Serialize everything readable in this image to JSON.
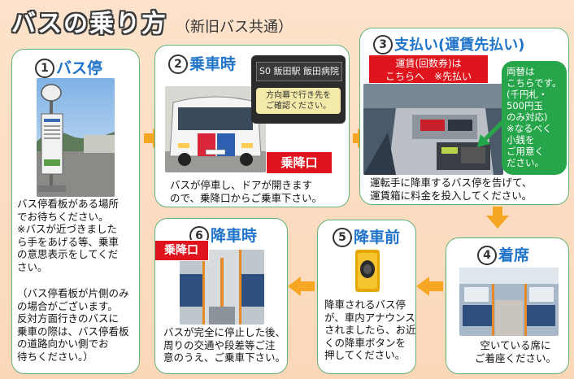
{
  "title": {
    "main": "バスの乗り方",
    "sub": "（新旧バス共通）"
  },
  "steps": {
    "s1": {
      "num": "1",
      "label": "バス停",
      "text": [
        "バス停看板がある場所",
        "でお待ちください。",
        "※バスが近づきました",
        "ら手をあげる等、乗車",
        "の意思表示をしてくだ",
        "さい。"
      ],
      "note": [
        "（バス停看板が片側のみ",
        "の場合がございます。",
        "反対方面行きのバスに",
        "乗車の際は、バス停看板",
        "の道路向かい側でお",
        "待ちください。）"
      ]
    },
    "s2": {
      "num": "2",
      "label": "乗車時",
      "sign": "S0 飯田駅  飯田病院",
      "sign_note": [
        "方向幕で行き先を",
        "ご確認ください。"
      ],
      "door_label": "乗降口",
      "text": [
        "バスが停車し、ドアが開きます",
        "ので、乗降口からご乗車下さい。"
      ]
    },
    "s3": {
      "num": "3",
      "label": "支払い(運賃先払い)",
      "fare_note": [
        "運賃(回数券)は",
        "こちらへ　※先払い"
      ],
      "change_note": [
        "両替は",
        "こちらです。",
        "(千円札・",
        "500円玉",
        "のみ対応)",
        "※なるべく",
        "小銭を",
        "ご用意く",
        "ださい。"
      ],
      "text": [
        "運転手に降車するバス停を告げて、",
        "運賃箱に料金を投入してください。"
      ]
    },
    "s4": {
      "num": "4",
      "label": "着席",
      "text": [
        "空いている席に",
        "ご着座ください。"
      ]
    },
    "s5": {
      "num": "5",
      "label": "降車前",
      "text": [
        "降車されるバス停",
        "が、車内アナウンス",
        "されましたら、お近",
        "くの降車ボタンを",
        "押してください。"
      ]
    },
    "s6": {
      "num": "6",
      "label": "降車時",
      "door_label": "乗降口",
      "text": [
        "バスが完全に停止した後、",
        "周りの交通や段差等ご注",
        "意のうえ、ご乗車下さい。"
      ]
    }
  },
  "colors": {
    "accent_arrow": "#f5a623",
    "title_blue": "#1f73c9",
    "red_label": "#e0141c",
    "green_note": "#27a54a",
    "border_green": "#62b37a"
  }
}
